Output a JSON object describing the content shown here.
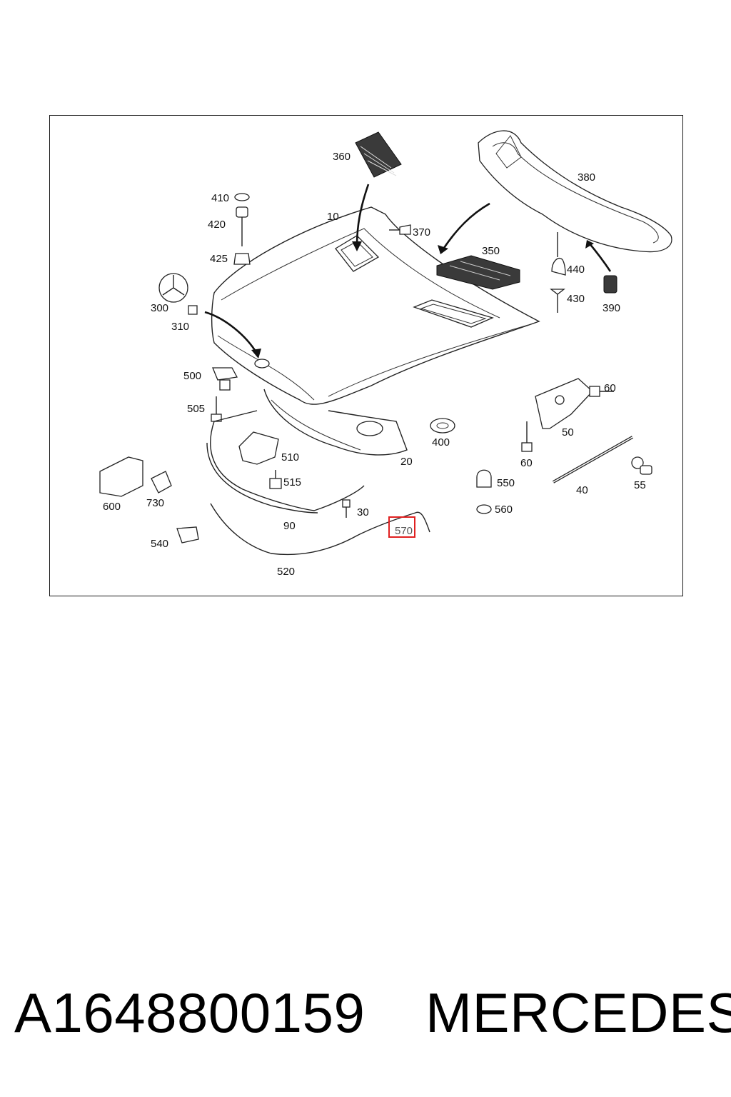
{
  "diagram": {
    "callouts": [
      {
        "id": "c360",
        "text": "360"
      },
      {
        "id": "c380",
        "text": "380"
      },
      {
        "id": "c410",
        "text": "410"
      },
      {
        "id": "c420",
        "text": "420"
      },
      {
        "id": "c425",
        "text": "425"
      },
      {
        "id": "c10",
        "text": "10"
      },
      {
        "id": "c370",
        "text": "370"
      },
      {
        "id": "c350",
        "text": "350"
      },
      {
        "id": "c440",
        "text": "440"
      },
      {
        "id": "c430",
        "text": "430"
      },
      {
        "id": "c390",
        "text": "390"
      },
      {
        "id": "c300",
        "text": "300"
      },
      {
        "id": "c310",
        "text": "310"
      },
      {
        "id": "c500",
        "text": "500"
      },
      {
        "id": "c505",
        "text": "505"
      },
      {
        "id": "c60a",
        "text": "60"
      },
      {
        "id": "c50",
        "text": "50"
      },
      {
        "id": "c400",
        "text": "400"
      },
      {
        "id": "c510",
        "text": "510"
      },
      {
        "id": "c20",
        "text": "20"
      },
      {
        "id": "c60b",
        "text": "60"
      },
      {
        "id": "c515",
        "text": "515"
      },
      {
        "id": "c550",
        "text": "550"
      },
      {
        "id": "c40",
        "text": "40"
      },
      {
        "id": "c55",
        "text": "55"
      },
      {
        "id": "c600",
        "text": "600"
      },
      {
        "id": "c730",
        "text": "730"
      },
      {
        "id": "c30",
        "text": "30"
      },
      {
        "id": "c560",
        "text": "560"
      },
      {
        "id": "c90",
        "text": "90"
      },
      {
        "id": "c570",
        "text": "570"
      },
      {
        "id": "c540",
        "text": "540"
      },
      {
        "id": "c520",
        "text": "520"
      }
    ],
    "highlight_color": "#e02020"
  },
  "footer": {
    "part_number": "A1648800159",
    "brand": "MERCEDES"
  }
}
